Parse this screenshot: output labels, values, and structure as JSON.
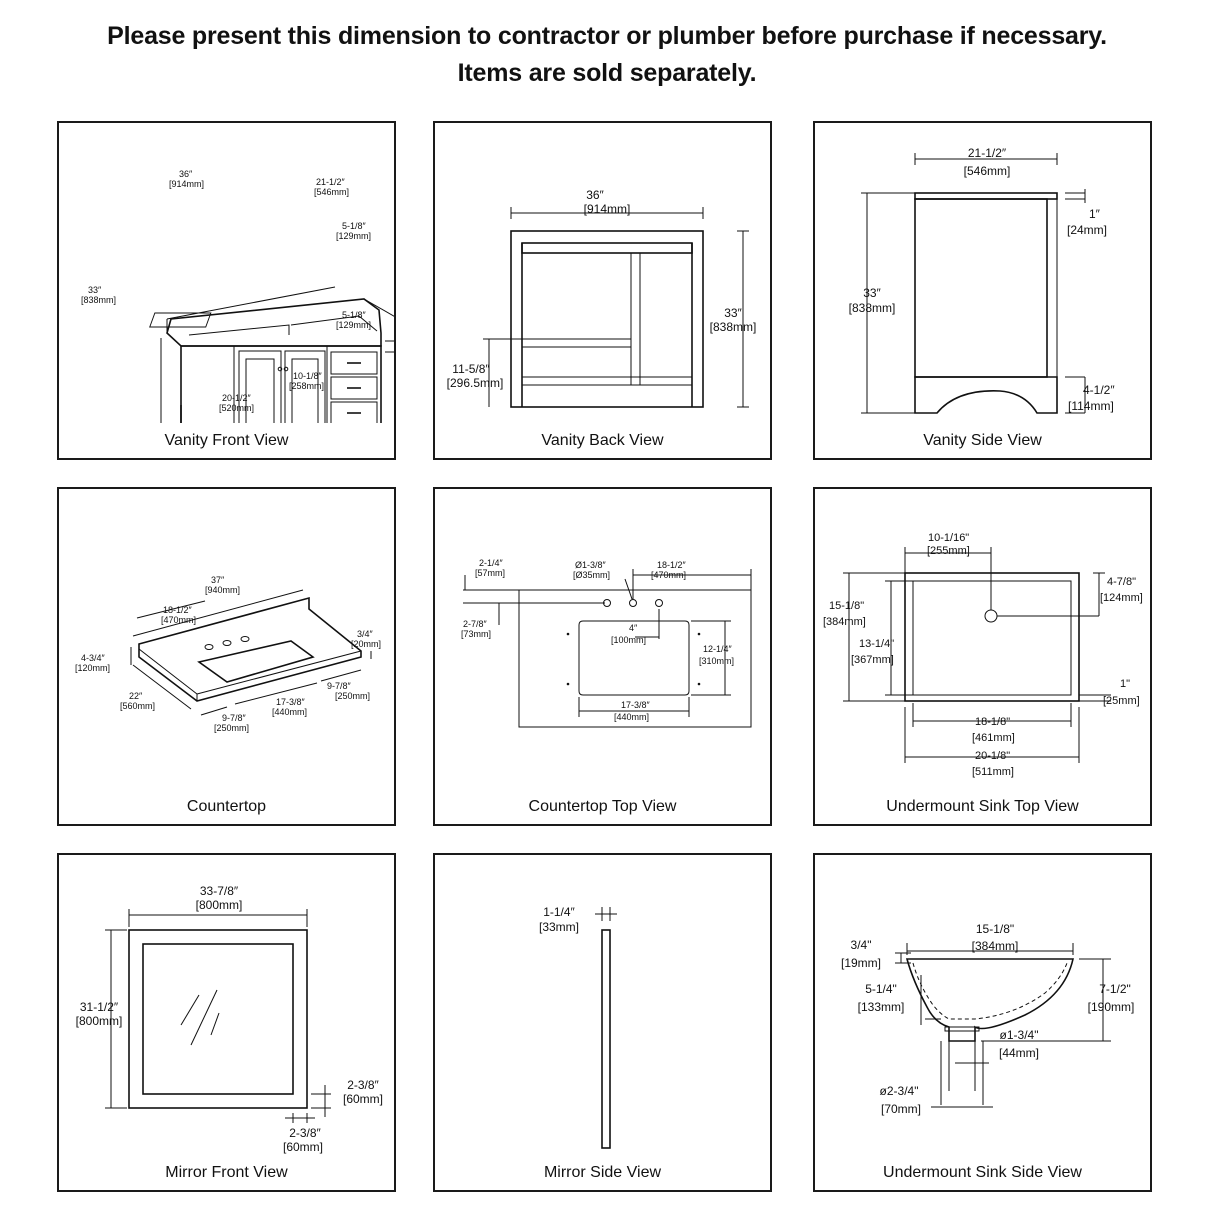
{
  "header": {
    "line1": "Please present this dimension to contractor or plumber before purchase if necessary.",
    "line2": "Items are sold separately."
  },
  "panels": {
    "front": {
      "caption": "Vanity Front View",
      "d1": [
        "36″",
        "[914mm]"
      ],
      "d2": [
        "21-1/2″",
        "[546mm]"
      ],
      "d3": [
        "5-1/8″",
        "[129mm]"
      ],
      "d4": [
        "33″",
        "[838mm]"
      ],
      "d5": [
        "5-1/8″",
        "[129mm]"
      ],
      "d6": [
        "10-1/8″",
        "[258mm]"
      ],
      "d7": [
        "20-1/2″",
        "[520mm]"
      ]
    },
    "back": {
      "caption": "Vanity Back View",
      "d1": [
        "36″",
        "[914mm]"
      ],
      "d2": [
        "33″",
        "[838mm]"
      ],
      "d3": [
        "11-5/8″",
        "[296.5mm]"
      ]
    },
    "side": {
      "caption": "Vanity Side View",
      "d1": [
        "21-1/2″",
        "[546mm]"
      ],
      "d2": [
        "1″",
        "[24mm]"
      ],
      "d3": [
        "33″",
        "[838mm]"
      ],
      "d4": [
        "4-1/2″",
        "[114mm]"
      ]
    },
    "countertop": {
      "caption": "Countertop",
      "d1": [
        "37″",
        "[940mm]"
      ],
      "d2": [
        "18-1/2″",
        "[470mm]"
      ],
      "d3": [
        "3/4″",
        "[20mm]"
      ],
      "d4": [
        "4-3/4″",
        "[120mm]"
      ],
      "d5": [
        "22″",
        "[560mm]"
      ],
      "d6": [
        "9-7/8″",
        "[250mm]"
      ],
      "d7": [
        "17-3/8″",
        "[440mm]"
      ],
      "d8": [
        "9-7/8″",
        "[250mm]"
      ]
    },
    "ctop": {
      "caption": "Countertop Top View",
      "d1": [
        "2-1/4″",
        "[57mm]"
      ],
      "d2": [
        "Ø1-3/8″",
        "[Ø35mm]"
      ],
      "d3": [
        "18-1/2″",
        "[470mm]"
      ],
      "d4": [
        "2-7/8″",
        "[73mm]"
      ],
      "d5": [
        "4″",
        "[100mm]"
      ],
      "d6": [
        "12-1/4″",
        "[310mm]"
      ],
      "d7": [
        "17-3/8″",
        "[440mm]"
      ]
    },
    "sinktop": {
      "caption": "Undermount Sink Top View",
      "d1": [
        "10-1/16\"",
        "[255mm]"
      ],
      "d2": [
        "4-7/8\"",
        "[124mm]"
      ],
      "d3": [
        "15-1/8\"",
        "[384mm]"
      ],
      "d4": [
        "13-1/4\"",
        "[367mm]"
      ],
      "d5": [
        "1\"",
        "[25mm]"
      ],
      "d6": [
        "18-1/8\"",
        "[461mm]"
      ],
      "d7": [
        "20-1/8\"",
        "[511mm]"
      ]
    },
    "mirror": {
      "caption": "Mirror Front View",
      "d1": [
        "33-7/8″",
        "[800mm]"
      ],
      "d2": [
        "31-1/2″",
        "[800mm]"
      ],
      "d3": [
        "2-3/8″",
        "[60mm]"
      ],
      "d4": [
        "2-3/8″",
        "[60mm]"
      ]
    },
    "mside": {
      "caption": "Mirror Side View",
      "d1": [
        "1-1/4″",
        "[33mm]"
      ]
    },
    "sinkside": {
      "caption": "Undermount Sink Side View",
      "d1": [
        "15-1/8\"",
        "[384mm]"
      ],
      "d2": [
        "3/4\"",
        "[19mm]"
      ],
      "d3": [
        "7-1/2\"",
        "[190mm]"
      ],
      "d4": [
        "5-1/4\"",
        "[133mm]"
      ],
      "d5": [
        "ø1-3/4\"",
        "[44mm]"
      ],
      "d6": [
        "ø2-3/4\"",
        "[70mm]"
      ]
    }
  }
}
